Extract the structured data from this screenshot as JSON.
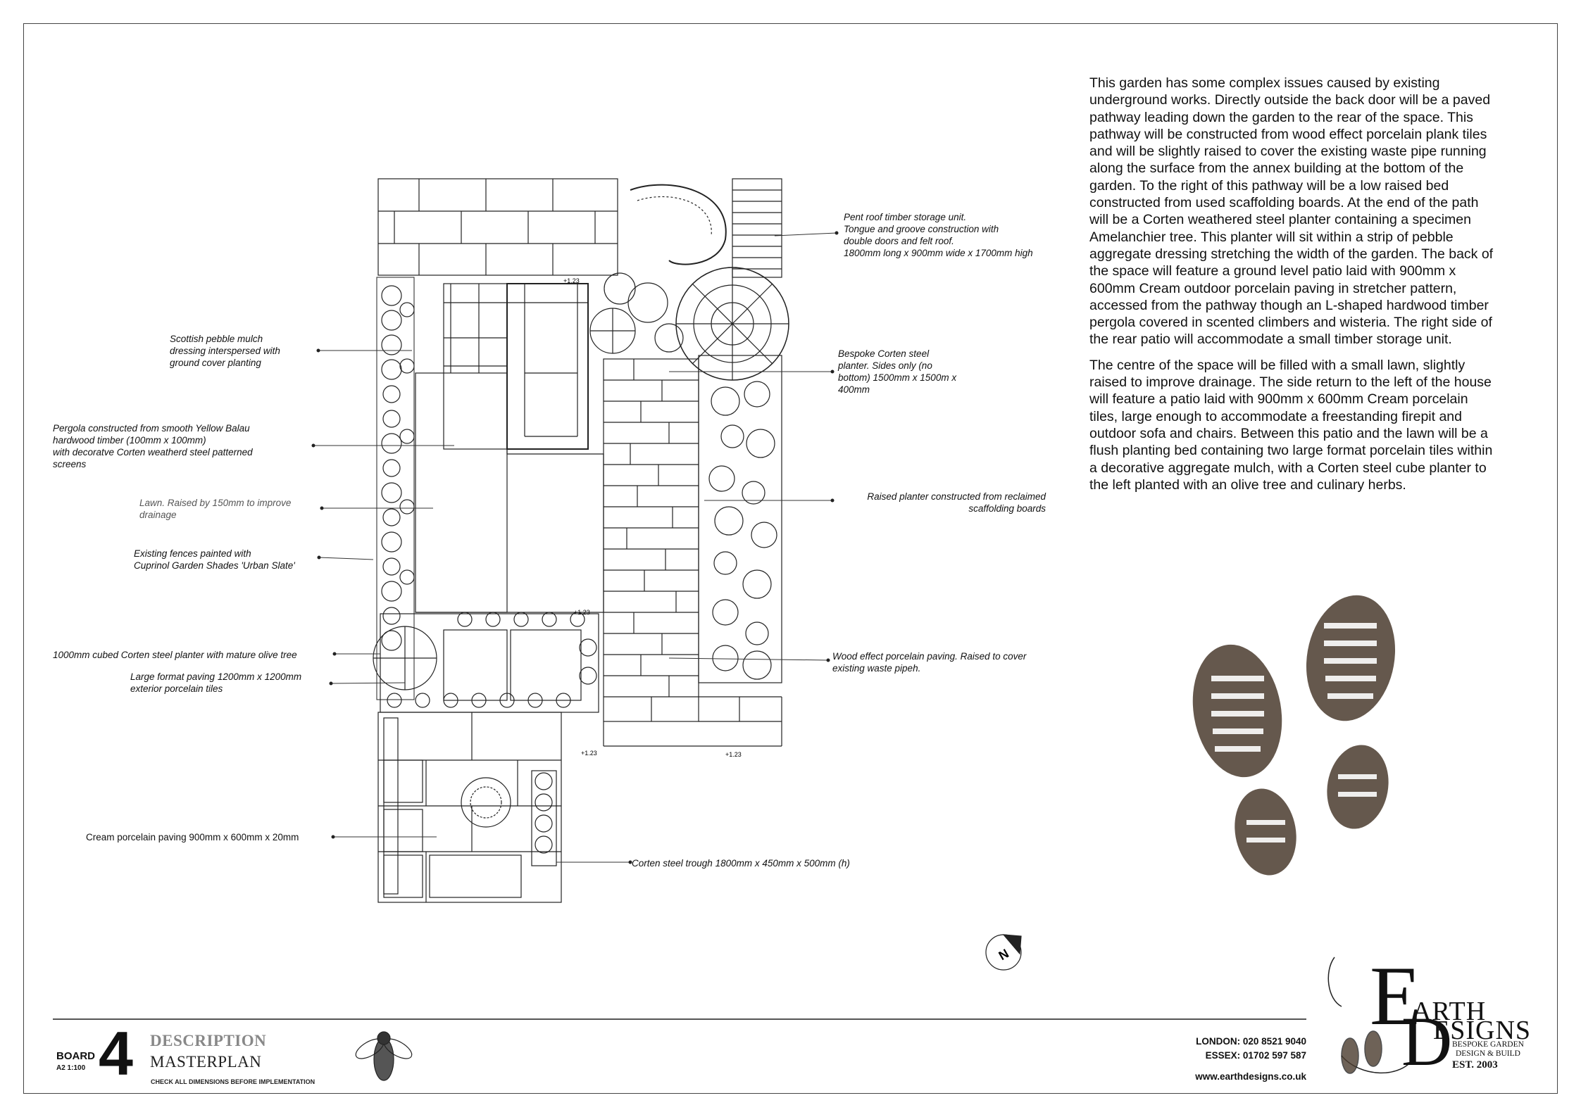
{
  "description": {
    "p1": "This garden has some complex issues caused by existing underground works. Directly outside the back door will be a paved pathway leading down the garden to the rear of the space. This pathway will be constructed from wood effect porcelain plank tiles and will be slightly raised to cover the existing waste pipe running along the surface from the annex building at the bottom of the garden. To the right of this pathway will be a low raised bed constructed from used scaffolding boards. At the end of the path will be a Corten weathered steel planter containing a specimen Amelanchier tree. This planter will sit within a strip of pebble aggregate dressing stretching the width of the garden. The back of the space will feature a ground level patio laid with 900mm x 600mm Cream outdoor porcelain paving in stretcher pattern, accessed from the pathway though an L-shaped hardwood timber pergola covered in scented climbers and wisteria. The right side of the rear patio will accommodate a small timber storage unit.",
    "p2": "The centre of the space will be filled with a small lawn, slightly raised to improve drainage. The side return to the left of the house will feature a patio laid with 900mm x 600mm Cream porcelain tiles, large enough to accommodate a freestanding firepit and outdoor sofa and chairs. Between this patio and the lawn will be a flush planting bed containing two large format porcelain tiles within a decorative aggregate mulch, with a Corten steel cube planter to the left planted with an olive tree and culinary herbs."
  },
  "labels": {
    "pebble": "Scottish pebble mulch\ndressing interspersed with\nground cover planting",
    "pergola": "Pergola  constructed from smooth Yellow Balau\nhardwood timber (100mm x 100mm)\nwith decoratve Corten weatherd steel patterned\nscreens",
    "lawn": "Lawn. Raised by 150mm to improve\ndrainage",
    "fences": "Existing fences painted with\nCuprinol Garden Shades 'Urban Slate'",
    "olive": "1000mm cubed Corten steel planter with mature olive tree",
    "largepaving": "Large format paving  1200mm x 1200mm\nexterior porcelain tiles",
    "cream": "Cream porcelain paving 900mm x 600mm x 20mm",
    "trough": "Corten steel trough 1800mm x 450mm x 500mm (h)",
    "storage": "Pent roof timber storage unit.\nTongue and groove construction with\ndouble doors and felt roof.\n1800mm long x 900mm wide x 1700mm high",
    "cortenplanter": "Bespoke Corten steel\nplanter. Sides only (no\nbottom) 1500mm x 1500m x\n400mm",
    "raised": "Raised planter constructed from reclaimed\nscaffolding boards",
    "wood": "Wood effect porcelain paving. Raised to cover\nexisting waste pipeh.",
    "level1": "+1.23",
    "level2": "+1.23",
    "level3": "+1.23",
    "level4": "+1.23",
    "north": "N"
  },
  "footer": {
    "board_label": "BOARD",
    "scale": "A2 1:100",
    "board_number": "4",
    "desc_title": "DESCRIPTION",
    "desc_value": "MASTERPLAN",
    "check_note": "CHECK ALL DIMENSIONS BEFORE IMPLEMENTATION",
    "london": "LONDON: 020 8521 9040",
    "essex": "ESSEX: 01702 597 587",
    "website": "www.earthdesigns.co.uk"
  },
  "logo": {
    "e": "E",
    "arth": "ARTH",
    "esigns": "ESIGNS",
    "d": "D",
    "sub": "BESPOKE GARDEN\nDESIGN & BUILD",
    "est": "EST. 2003"
  },
  "colors": {
    "line": "#222222",
    "boot": "#4a3b2e"
  }
}
